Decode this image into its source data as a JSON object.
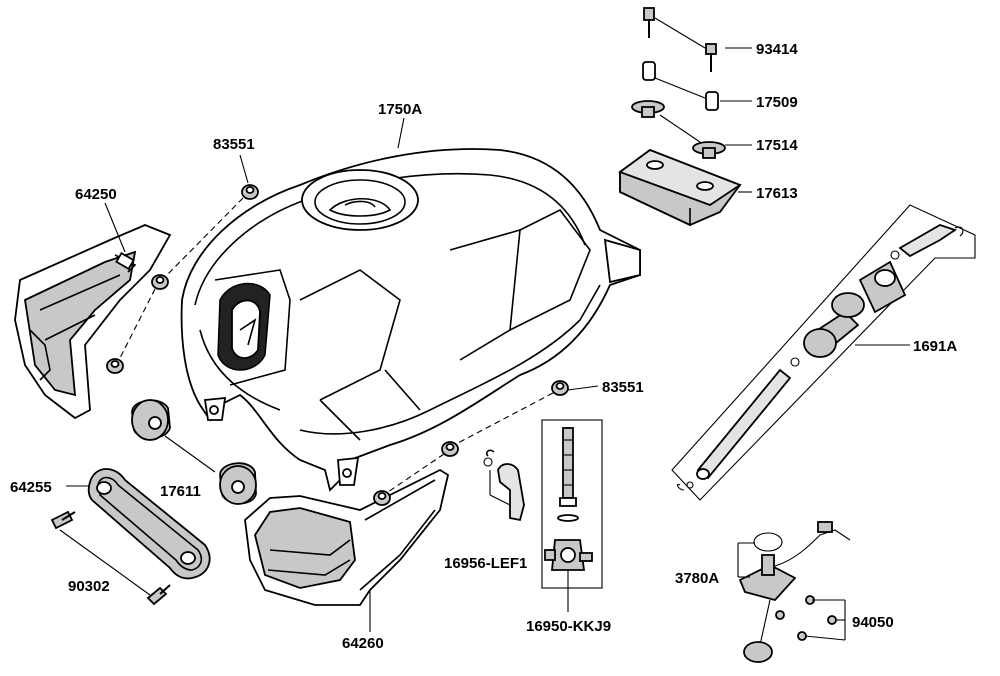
{
  "labels": {
    "l93414": "93414",
    "l17509": "17509",
    "l17514": "17514",
    "l17613": "17613",
    "l1750A": "1750A",
    "l83551_top": "83551",
    "l83551_right": "83551",
    "l64250": "64250",
    "l1691A": "1691A",
    "l64255": "64255",
    "l17611": "17611",
    "l90302": "90302",
    "l64260": "64260",
    "l16956": "16956-LEF1",
    "l16950": "16950-KKJ9",
    "l3780A": "3780A",
    "l94050": "94050"
  },
  "colors": {
    "line": "#000000",
    "part_fill": "#c8c8c8",
    "background": "#ffffff"
  }
}
